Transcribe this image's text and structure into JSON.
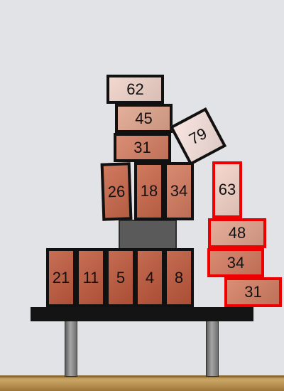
{
  "colors": {
    "background": "#e1e3e6",
    "floor": "#c9a465",
    "table": "#141414",
    "stone": "#5a5a5a",
    "placed_border": "#111111",
    "candidate_border": "#ee0000"
  },
  "bricks": [
    {
      "label": "62",
      "state": "placed",
      "color": "#f0d3c9"
    },
    {
      "label": "45",
      "state": "placed",
      "color": "#e0a58d"
    },
    {
      "label": "79",
      "state": "placed",
      "color": "#f7e1dc"
    },
    {
      "label": "31",
      "state": "placed",
      "color": "#d47e62"
    },
    {
      "label": "26",
      "state": "placed",
      "color": "#c9674a"
    },
    {
      "label": "18",
      "state": "placed",
      "color": "#c9674a"
    },
    {
      "label": "34",
      "state": "placed",
      "color": "#d37a5e"
    },
    {
      "label": "63",
      "state": "candidate",
      "color": "#f4d2c8"
    },
    {
      "label": "48",
      "state": "candidate",
      "color": "#e2a28d"
    },
    {
      "label": "34",
      "state": "candidate",
      "color": "#d37a5e"
    },
    {
      "label": "31",
      "state": "candidate",
      "color": "#d47e62"
    },
    {
      "label": "21",
      "state": "placed",
      "color": "#c05a3e"
    },
    {
      "label": "11",
      "state": "placed",
      "color": "#c05a3e"
    },
    {
      "label": "5",
      "state": "placed",
      "color": "#bd573b"
    },
    {
      "label": "4",
      "state": "placed",
      "color": "#bd573b"
    },
    {
      "label": "8",
      "state": "placed",
      "color": "#bd573b"
    }
  ]
}
